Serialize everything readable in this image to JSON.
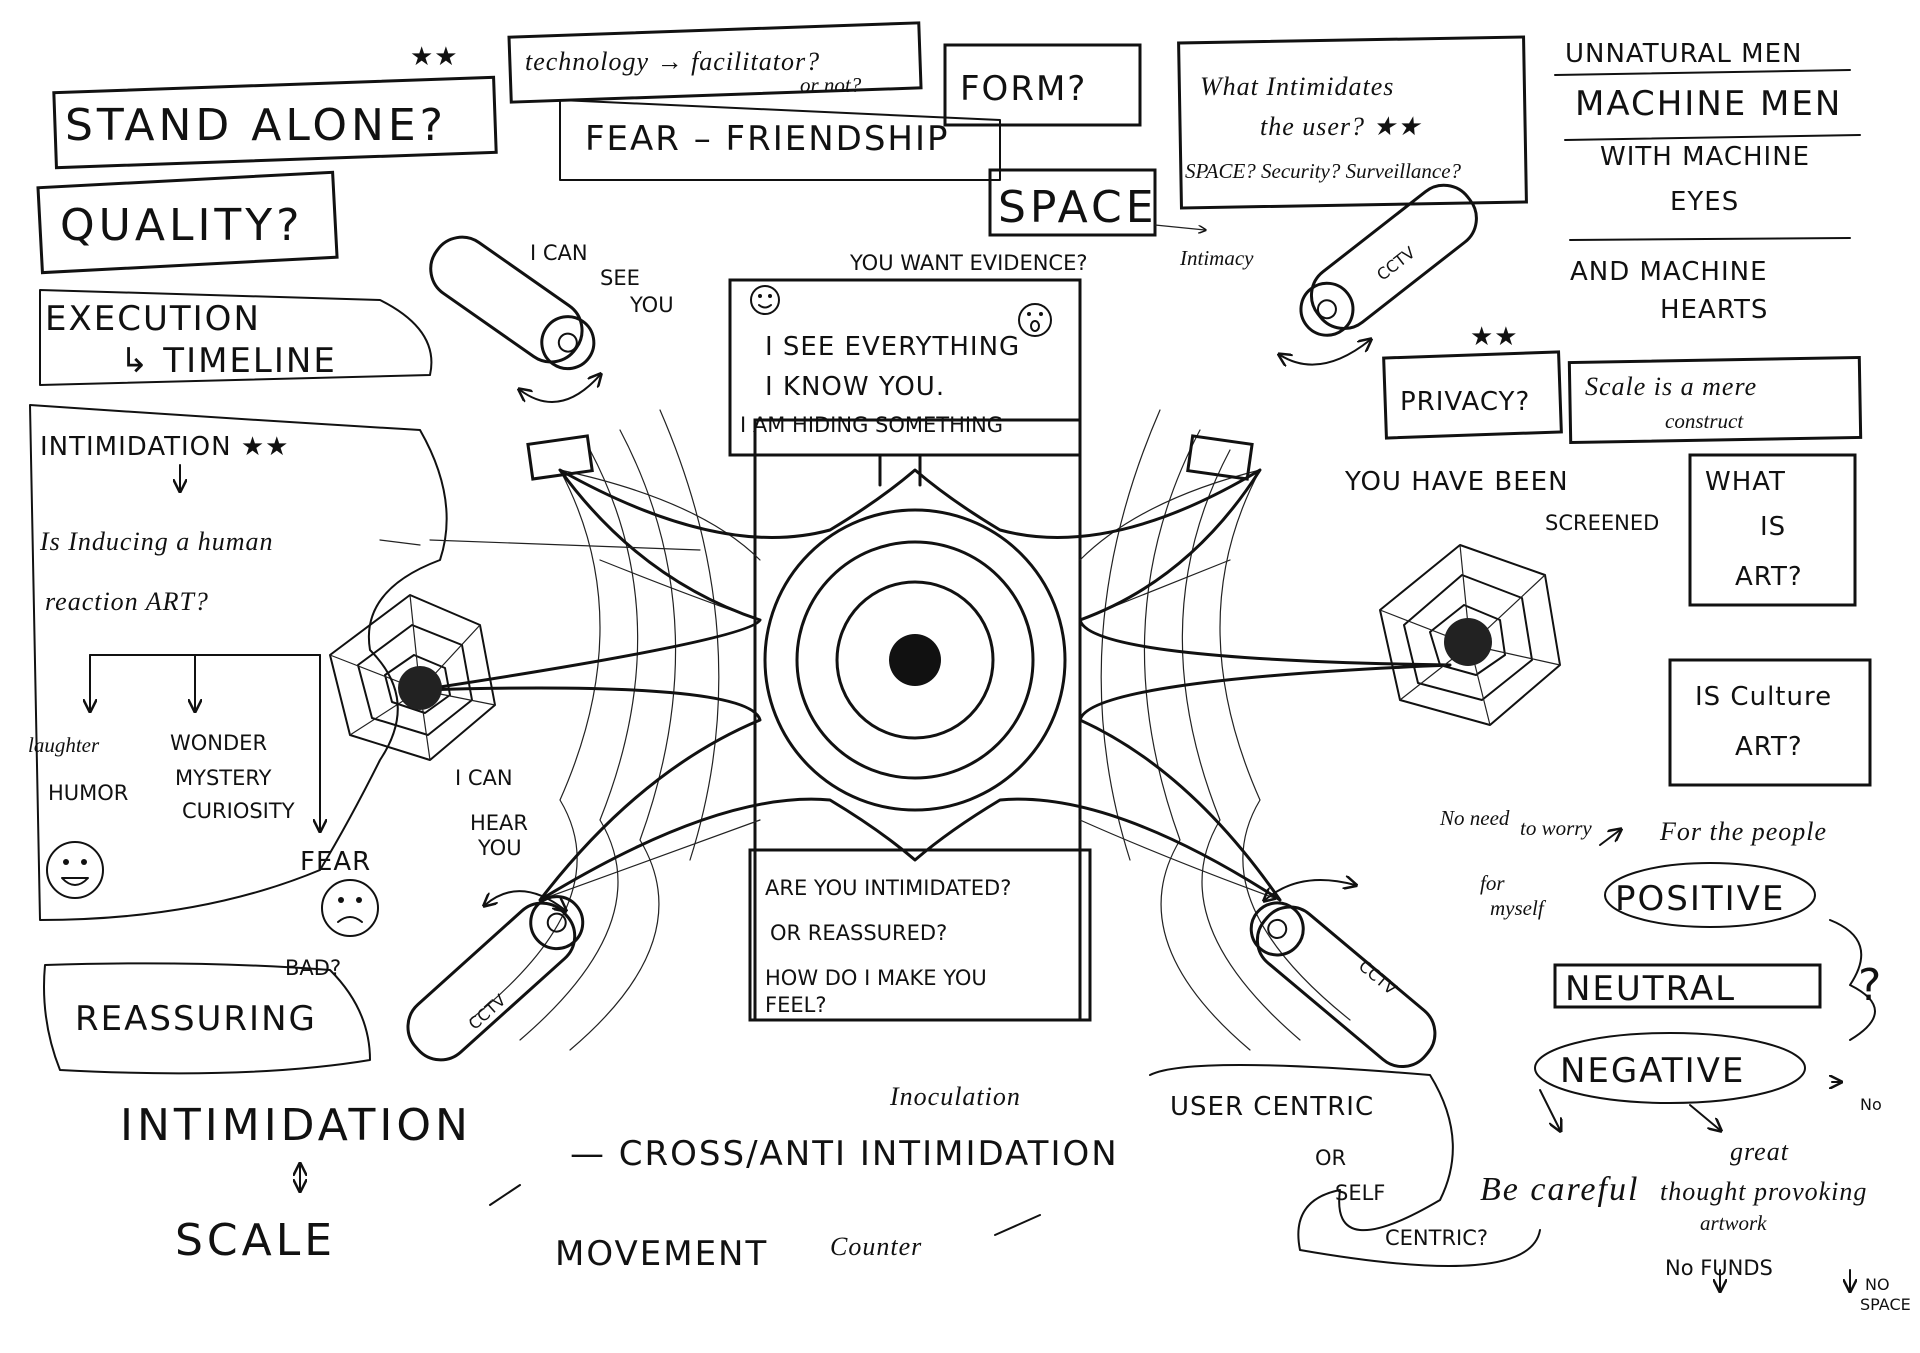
{
  "labels": {
    "stars": "★★",
    "stand_alone": "STAND ALONE?",
    "quality": "QUALITY?",
    "execution": "EXECUTION",
    "timeline": "↳ TIMELINE",
    "intimidation_star": "INTIMIDATION ★★",
    "induce_1": "Is Inducing a human",
    "induce_2": "reaction ART?",
    "laughter": "laughter",
    "humor": "HUMOR",
    "wonder": "WONDER",
    "mystery": "MYSTERY",
    "curiosity": "CURIOSITY",
    "fear": "FEAR",
    "reassuring": "REASSURING",
    "bad": "BAD?",
    "technology_1": "technology → facilitator?",
    "technology_2": "or not?",
    "fear_friendship": "FEAR – FRIENDSHIP",
    "form": "FORM?",
    "space": "SPACE",
    "intimacy": "Intimacy",
    "what_intimidates_1": "What Intimidates",
    "what_intimidates_2": "the user? ★★",
    "space_security": "SPACE? Security? Surveillance?",
    "i_can_see_you_1": "I CAN",
    "i_can_see_you_2": "SEE",
    "i_can_see_you_3": "YOU",
    "evidence": "YOU WANT EVIDENCE?",
    "screen_1": "I SEE EVERYTHING",
    "screen_2": "I KNOW YOU.",
    "screen_3": "I AM HIDING SOMETHING",
    "cctv": "CCTV",
    "i_can_hear_you_1": "I CAN",
    "i_can_hear_you_2": "HEAR",
    "i_can_hear_you_3": "YOU",
    "lower_1": "ARE YOU INTIMIDATED?",
    "lower_2": "OR REASSURED?",
    "lower_3": "HOW DO I MAKE YOU",
    "lower_4": "FEEL?",
    "unnatural_men": "UNNATURAL MEN",
    "machine_men": "MACHINE MEN",
    "with_machine": "WITH MACHINE",
    "eyes": "EYES",
    "and_machine": "AND MACHINE",
    "hearts": "HEARTS",
    "privacy": "PRIVACY?",
    "scale_construct_1": "Scale is a mere",
    "scale_construct_2": "construct",
    "screened_1": "YOU HAVE BEEN",
    "screened_2": "SCREENED",
    "what_is_art_1": "WHAT",
    "what_is_art_2": "IS",
    "what_is_art_3": "ART?",
    "culture_1": "IS Culture",
    "culture_2": "ART?",
    "no_need_1": "No need",
    "no_need_2": "to worry",
    "for_the_people": "For the people",
    "for_myself_1": "for",
    "for_myself_2": "myself",
    "positive": "POSITIVE",
    "neutral": "NEUTRAL",
    "negative": "NEGATIVE",
    "question": "?",
    "no": "No",
    "intimidation_bottom": "INTIMIDATION",
    "scale": "SCALE",
    "cross": "— CROSS/ANTI INTIMIDATION",
    "movement": "MOVEMENT",
    "counter": "Counter",
    "inoculation": "Inoculation",
    "user_centric": "USER CENTRIC",
    "or": "OR",
    "self_centric_1": "SELF",
    "self_centric_2": "CENTRIC?",
    "be_careful": "Be careful",
    "great": "great",
    "thought_1": "thought provoking",
    "thought_2": "artwork",
    "no_funds": "No FUNDS",
    "no_space_1": "NO",
    "no_space_2": "SPACE"
  }
}
